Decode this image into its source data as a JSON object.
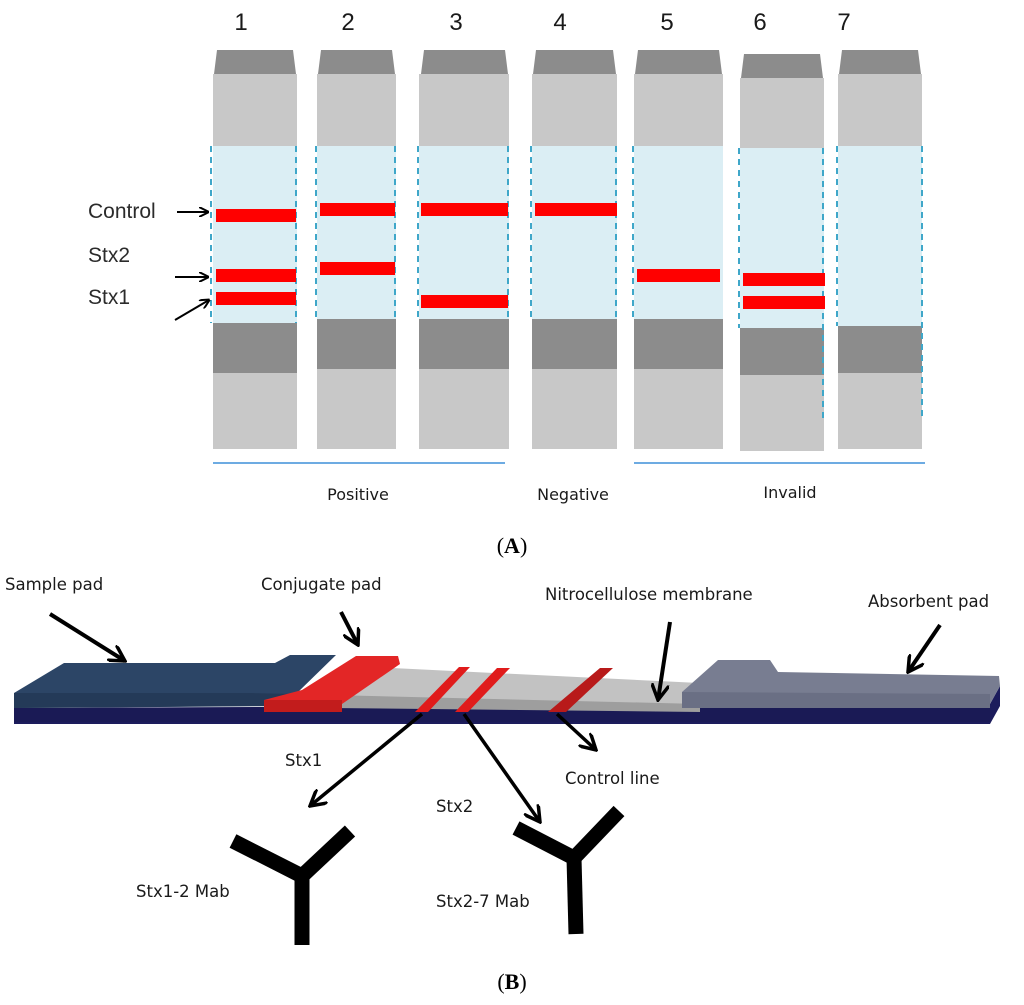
{
  "panel_a": {
    "strip_numbers": [
      "1",
      "2",
      "3",
      "4",
      "5",
      "6",
      "7"
    ],
    "side_labels": {
      "control": "Control",
      "stx2": "Stx2",
      "stx1": "Stx1"
    },
    "groups": {
      "positive": "Positive",
      "negative": "Negative",
      "invalid": "Invalid"
    },
    "label_open": "(",
    "label_letter": "A",
    "label_close": ")"
  },
  "panel_b": {
    "labels": {
      "sample_pad": "Sample pad",
      "conjugate_pad": "Conjugate pad",
      "nitrocellulose": "Nitrocellulose  membrane",
      "absorbent_pad": "Absorbent pad",
      "stx1": "Stx1",
      "stx2": "Stx2",
      "control_line": "Control line",
      "stx1_mab": "Stx1-2 Mab",
      "stx2_mab": "Stx2-7 Mab"
    },
    "label_open": "(",
    "label_letter": "B",
    "label_close": ")"
  },
  "colors": {
    "strip_dark": "#8c8c8c",
    "strip_light": "#c8c8c8",
    "membrane": "#dbeef4",
    "dash": "#3fa7c9",
    "band": "#ff0000",
    "group_line": "#3d8fd8",
    "sample_pad": "#2c4566",
    "backing": "#1c1c5c",
    "conjugate": "#e32626",
    "nitro": "#c2c2c2",
    "absorbent": "#787d91"
  }
}
